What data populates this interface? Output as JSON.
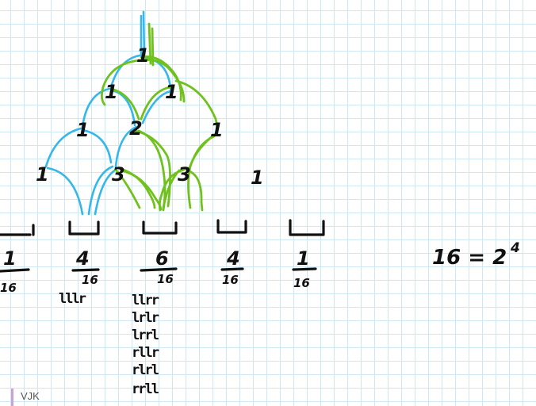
{
  "tree": {
    "apex": "1",
    "row1": [
      "1",
      "1"
    ],
    "row2": [
      "1",
      "2",
      "1"
    ],
    "row3": [
      "1",
      "3",
      "3",
      "1"
    ]
  },
  "bins": [
    {
      "num": "1",
      "den": "16"
    },
    {
      "num": "4",
      "den": "16"
    },
    {
      "num": "6",
      "den": "16"
    },
    {
      "num": "4",
      "den": "16"
    },
    {
      "num": "1",
      "den": "16"
    }
  ],
  "tallies": {
    "bin2": [
      "lllr"
    ],
    "bin3": [
      "llrr",
      "lrlr",
      "lrrl",
      "rllr",
      "rlrl",
      "rrll"
    ]
  },
  "equation": {
    "left": "16 = 2",
    "exp": "4"
  },
  "colors": {
    "ink": "#111111",
    "blue": "#35b7ea",
    "green": "#6fc21c",
    "grid": "#cfe6f3",
    "footer_bar": "#c9a3d6"
  },
  "footer": {
    "label": "VJK"
  }
}
